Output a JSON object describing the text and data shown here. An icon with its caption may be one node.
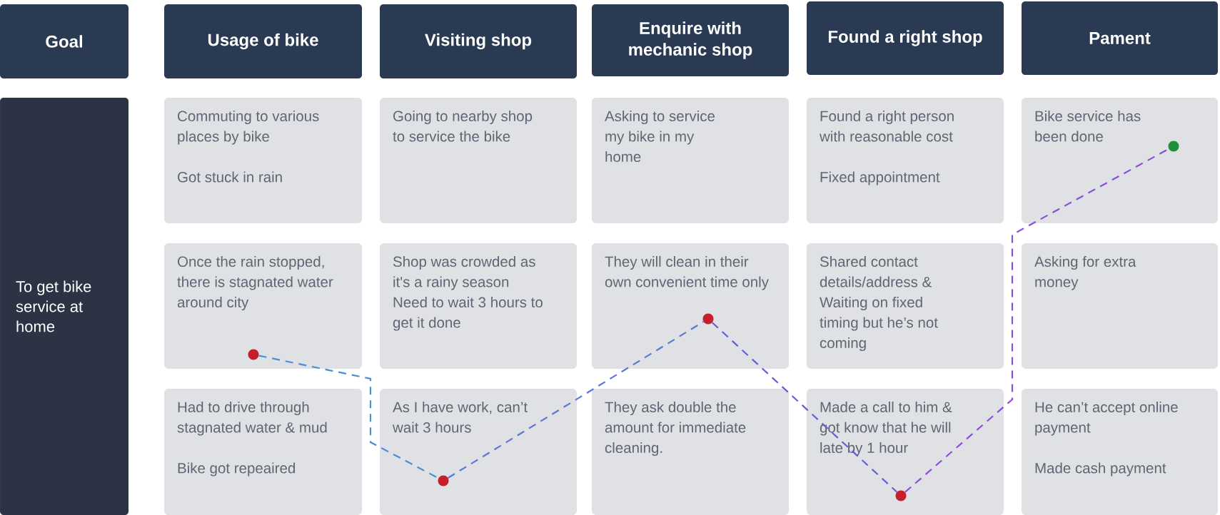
{
  "diagram": {
    "nodes": [
      {
        "text": [
          "Goal"
        ]
      },
      {
        "text": [
          "Usage of bike"
        ]
      },
      {
        "text": [
          "Visiting shop"
        ]
      },
      {
        "text": [
          "Enquire with mechanic shop"
        ]
      },
      {
        "text": [
          "Found a right shop"
        ]
      },
      {
        "text": [
          "Pament"
        ]
      },
      {
        "text": [
          "To get bike service at home"
        ]
      },
      {
        "text": [
          "Commuting to various places by bike",
          "Got stuck in rain"
        ]
      },
      {
        "text": [
          "Going to nearby shop to service the bike"
        ]
      },
      {
        "text": [
          "Asking to service my bike in my home"
        ]
      },
      {
        "text": [
          "Found a right person with reasonable cost",
          "Fixed appointment"
        ]
      },
      {
        "text": [
          "Bike service has been done"
        ]
      },
      {
        "text": [
          "Once the rain stopped, there is stagnated water around city"
        ]
      },
      {
        "text": [
          "Shop was crowded as it's a rainy season Need to wait 3 hours to get it done"
        ]
      },
      {
        "text": [
          "They will clean in their own convenient time only"
        ]
      },
      {
        "text": [
          "Shared contact details/address & Waiting on fixed timing but he’s not coming"
        ]
      },
      {
        "text": [
          "Asking for extra money"
        ]
      },
      {
        "text": [
          "Had to drive through stagnated water & mud",
          "Bike got repeaired"
        ]
      },
      {
        "text": [
          "As I have work, can’t wait 3 hours"
        ]
      },
      {
        "text": [
          "They ask double the amount for immediate cleaning."
        ]
      },
      {
        "text": [
          "Made a call to him & got know that he will late by 1 hour"
        ]
      },
      {
        "text": [
          "He can’t accept online payment",
          "Made cash payment"
        ]
      },
      {
        "text": [],
        "shape": "circle",
        "in": 12
      },
      {
        "text": [],
        "shape": "circle",
        "in": 18
      },
      {
        "text": [],
        "shape": "circle",
        "in": 14
      },
      {
        "text": [],
        "shape": "circle",
        "in": 20
      },
      {
        "text": [],
        "shape": "circle",
        "in": 11
      }
    ],
    "edges": [
      {
        "from": 22,
        "to": 23,
        "arrow": "none",
        "style": "dashed",
        "color": "#4a8fd4"
      },
      {
        "from": 23,
        "to": 24,
        "arrow": "none",
        "style": "dashed",
        "color": "#5a78d6"
      },
      {
        "from": 24,
        "to": 25,
        "arrow": "none",
        "style": "dashed",
        "color": "#6a5ad8"
      },
      {
        "from": 25,
        "to": 26,
        "arrow": "none",
        "style": "dashed",
        "color": "#8a4fd8"
      }
    ]
  }
}
